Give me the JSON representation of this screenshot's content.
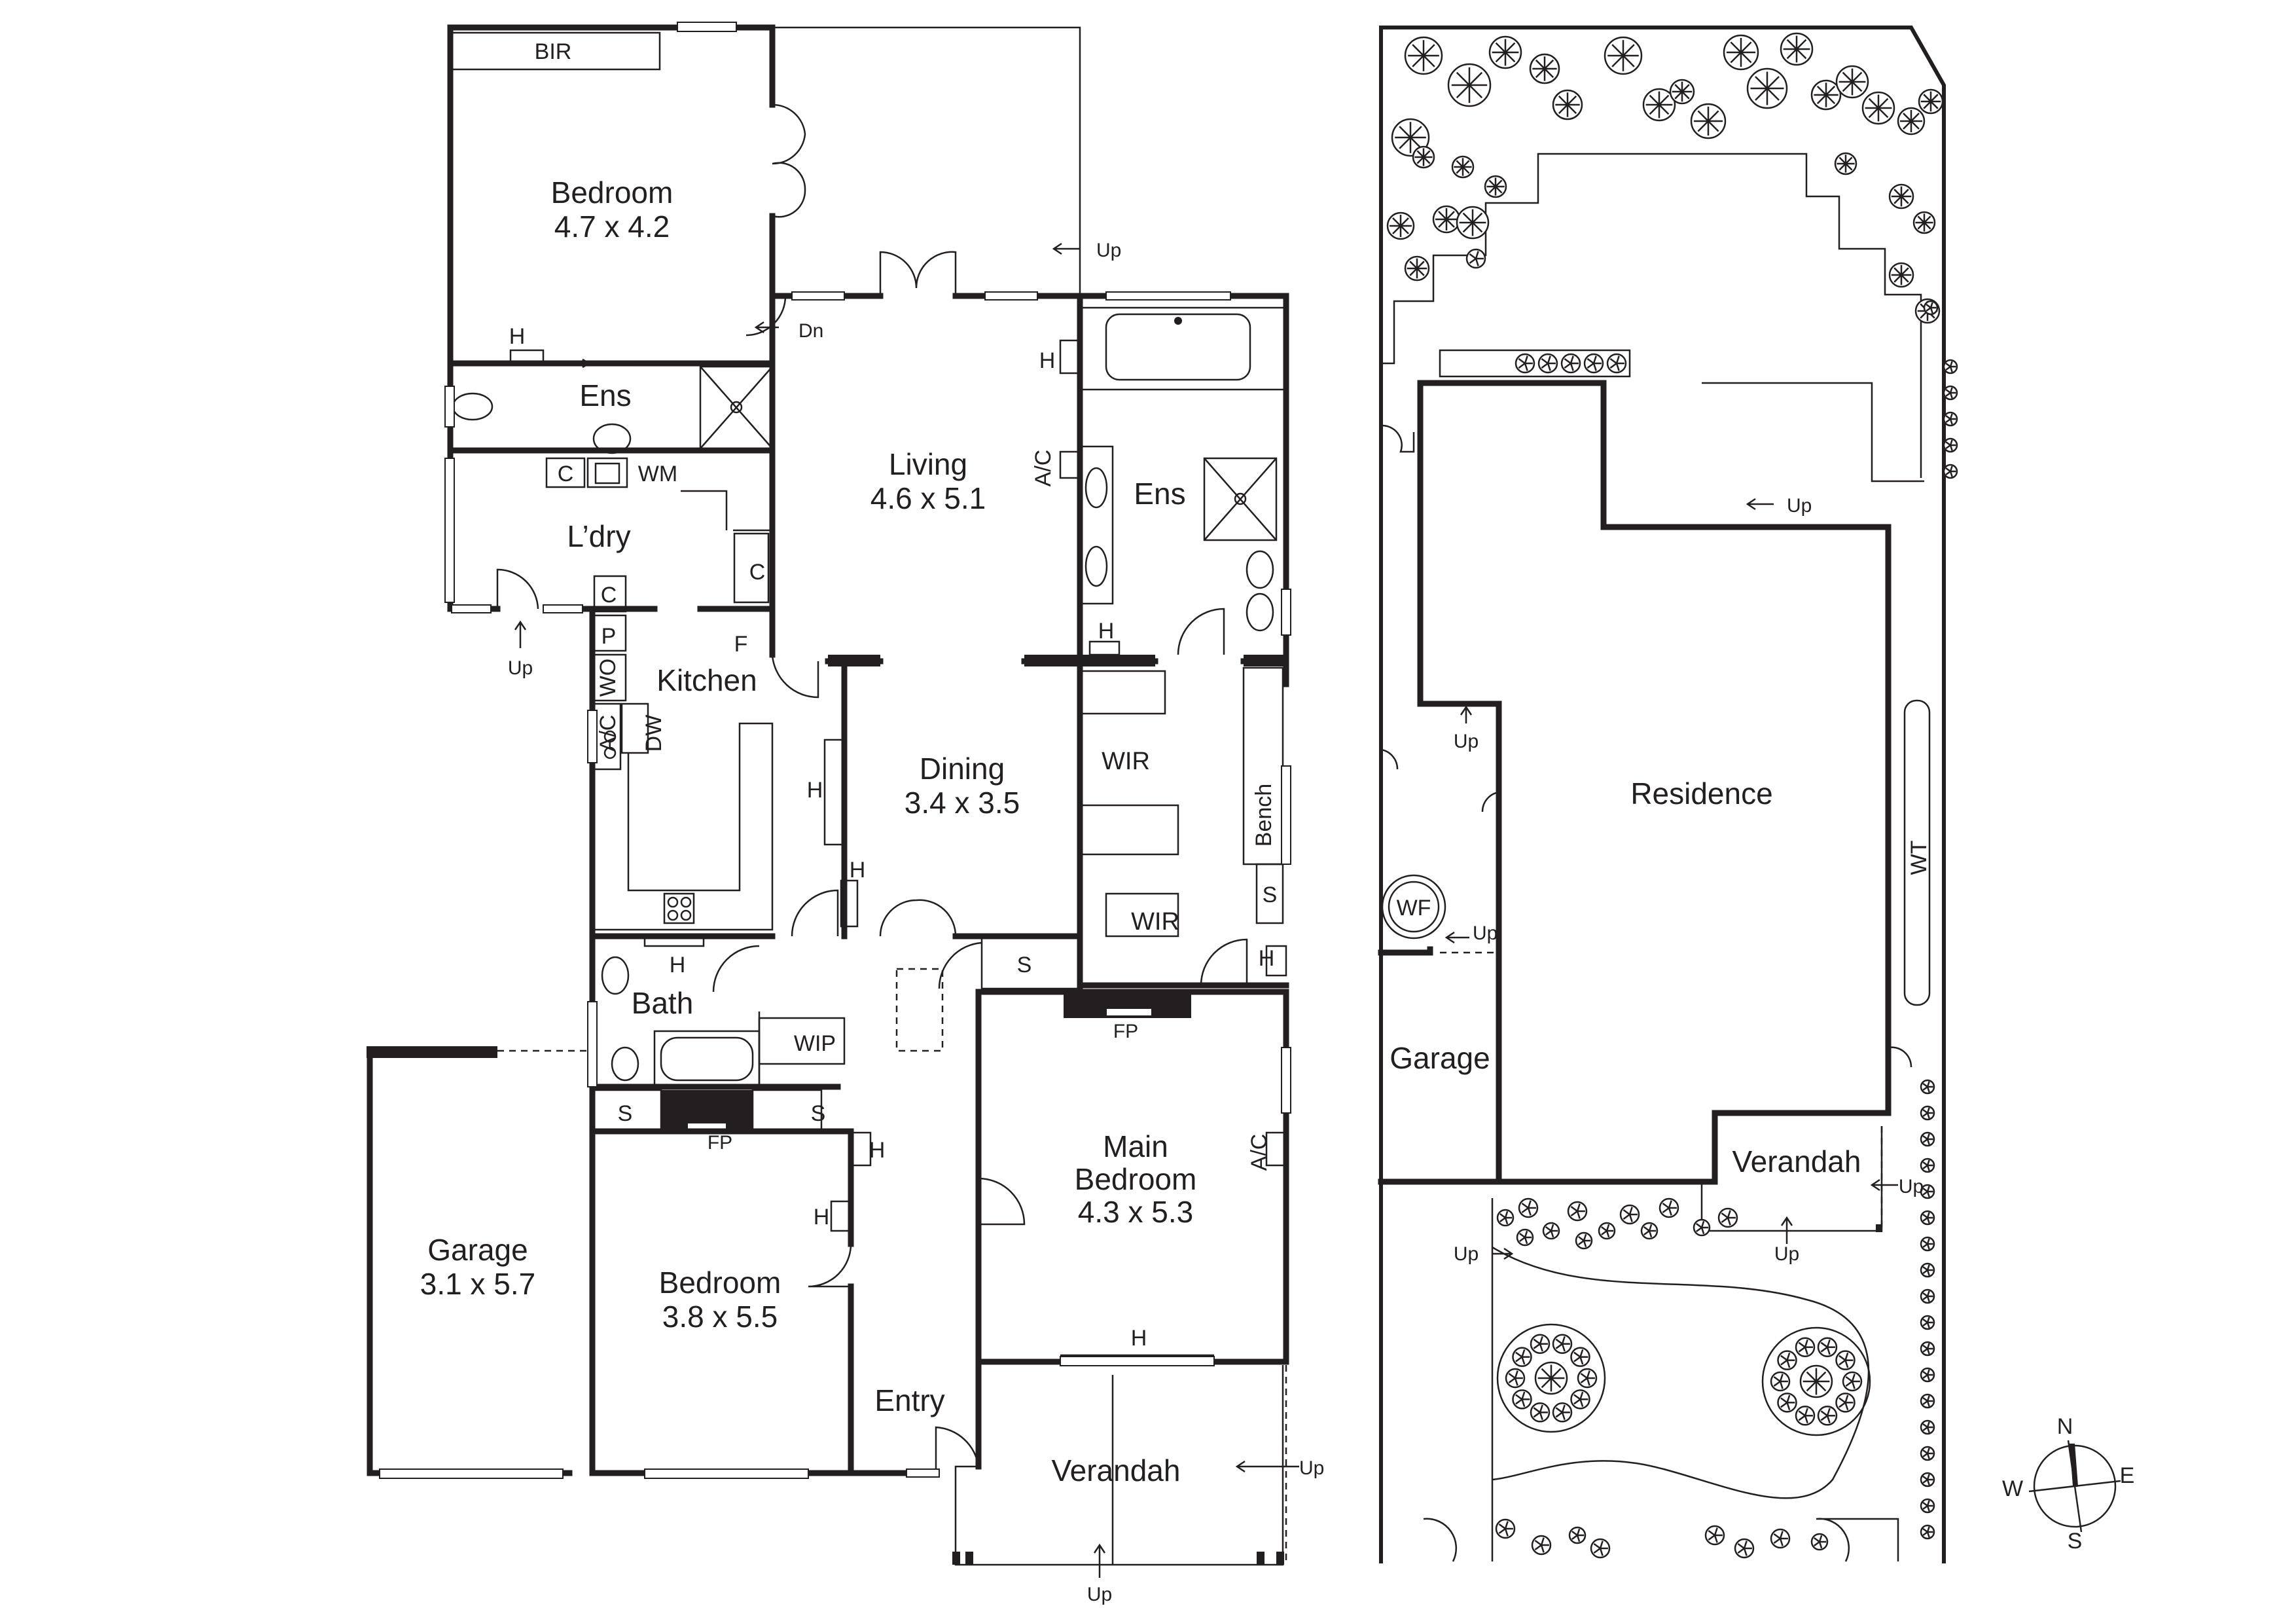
{
  "house": {
    "rooms": {
      "bedroom_rear": {
        "name": "Bedroom",
        "dim": "4.7 x 4.2"
      },
      "bir": "BIR",
      "ens_left": "Ens",
      "laundry": "L’dry",
      "living": {
        "name": "Living",
        "dim": "4.6 x 5.1"
      },
      "ens_right": "Ens",
      "kitchen": "Kitchen",
      "dining": {
        "name": "Dining",
        "dim": "3.4 x 3.5"
      },
      "wir_top": "WIR",
      "wir_bottom": "WIR",
      "bath": "Bath",
      "wip": "WIP",
      "main_bedroom": {
        "name": "Main",
        "name2": "Bedroom",
        "dim": "4.3 x 5.3"
      },
      "garage": {
        "name": "Garage",
        "dim": "3.1 x 5.7"
      },
      "bedroom_front": {
        "name": "Bedroom",
        "dim": "3.8 x 5.5"
      },
      "entry": "Entry",
      "verandah": "Verandah"
    },
    "fixtures": {
      "h": "H",
      "c": "C",
      "wm": "WM",
      "p": "P",
      "wo": "WO",
      "ac": "A/C",
      "dw": "DW",
      "f": "F",
      "s": "S",
      "fp": "FP",
      "bench": "Bench",
      "up": "Up",
      "dn": "Dn"
    }
  },
  "site": {
    "residence": "Residence",
    "garage": "Garage",
    "verandah": "Verandah",
    "wf": "WF",
    "wt": "WT",
    "up": "Up"
  },
  "compass": {
    "n": "N",
    "e": "E",
    "s": "S",
    "w": "W"
  }
}
